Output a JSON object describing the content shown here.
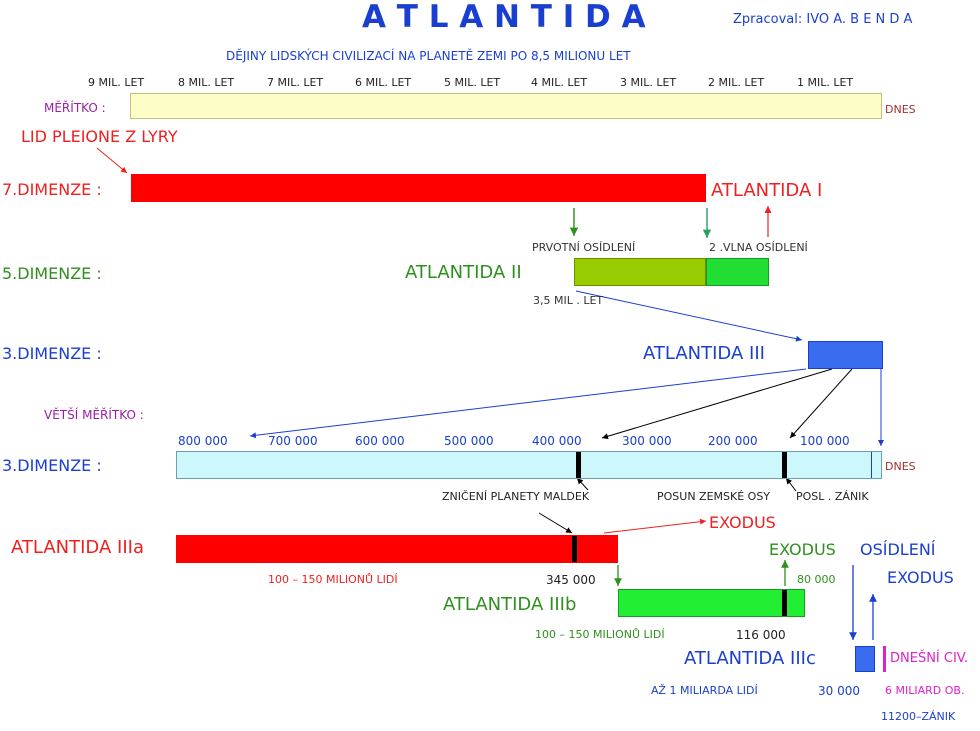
{
  "header": {
    "title": "A T L A N T I D A",
    "author": "Zpracoval:  IVO A. B E N D A",
    "subtitle": "DĚJINY LIDSKÝCH CIVILIZACÍ NA PLANETĚ ZEMI PO 8,5 MILIONU LET"
  },
  "scale1": {
    "ticks": [
      "9 MIL. LET",
      "8 MIL. LET",
      "7 MIL. LET",
      "6 MIL. LET",
      "5 MIL. LET",
      "4 MIL. LET",
      "3 MIL. LET",
      "2 MIL. LET",
      "1 MIL. LET"
    ],
    "label": "MĚŘÍTKO :",
    "end_label": "DNES"
  },
  "origin": "LID  PLEIONE Z LYRY",
  "dim7": {
    "label": "7.DIMENZE :",
    "name": "ATLANTIDA I"
  },
  "waves": {
    "first": "PRVOTNÍ OSÍDLENÍ",
    "second": "2 .VLNA OSÍDLENÍ"
  },
  "dim5": {
    "label": "5.DIMENZE :",
    "name": "ATLANTIDA II",
    "time": "3,5 MIL . LET"
  },
  "dim3": {
    "label": "3.DIMENZE :",
    "name": "ATLANTIDA III"
  },
  "scale2": {
    "label": "VĚTŠÍ MĚŘÍTKO :",
    "ticks": [
      "800 000",
      "700 000",
      "600 000",
      "500 000",
      "400 000",
      "300 000",
      "200 000",
      "100 000"
    ],
    "dim_label": "3.DIMENZE :",
    "end_label": "DNES"
  },
  "events": {
    "maldek": "ZNIČENÍ PLANETY MALDEK",
    "axis": "POSUN ZEMSKÉ OSY",
    "final": "POSL . ZÁNIK"
  },
  "iiia": {
    "name": "ATLANTIDA IIIa",
    "exodus": "EXODUS",
    "people": "100 – 150  MILIONŮ LIDÍ",
    "year": "345 000"
  },
  "iiib": {
    "name": "ATLANTIDA IIIb",
    "exodus": "EXODUS",
    "year_right": "80 000",
    "people": "100 – 150  MILIONŮ LIDÍ",
    "year": "116 000"
  },
  "iiic": {
    "settlement": "OSÍDLENÍ",
    "exodus": "EXODUS",
    "name": "ATLANTIDA IIIc",
    "people": "AŽ 1 MILIARDA LIDÍ",
    "year": "30 000",
    "end": "11200–ZÁNIK"
  },
  "modern": {
    "name": "DNEŠNÍ CIV.",
    "people": "6 MILIARD OB."
  },
  "colors": {
    "title": "#1a3fd0",
    "red": "#ee2020",
    "purple": "#9b1da8",
    "green": "#2f8f1f",
    "blue": "#1a3fd0",
    "pink": "#e020c8",
    "dark_red": "#a03030"
  }
}
